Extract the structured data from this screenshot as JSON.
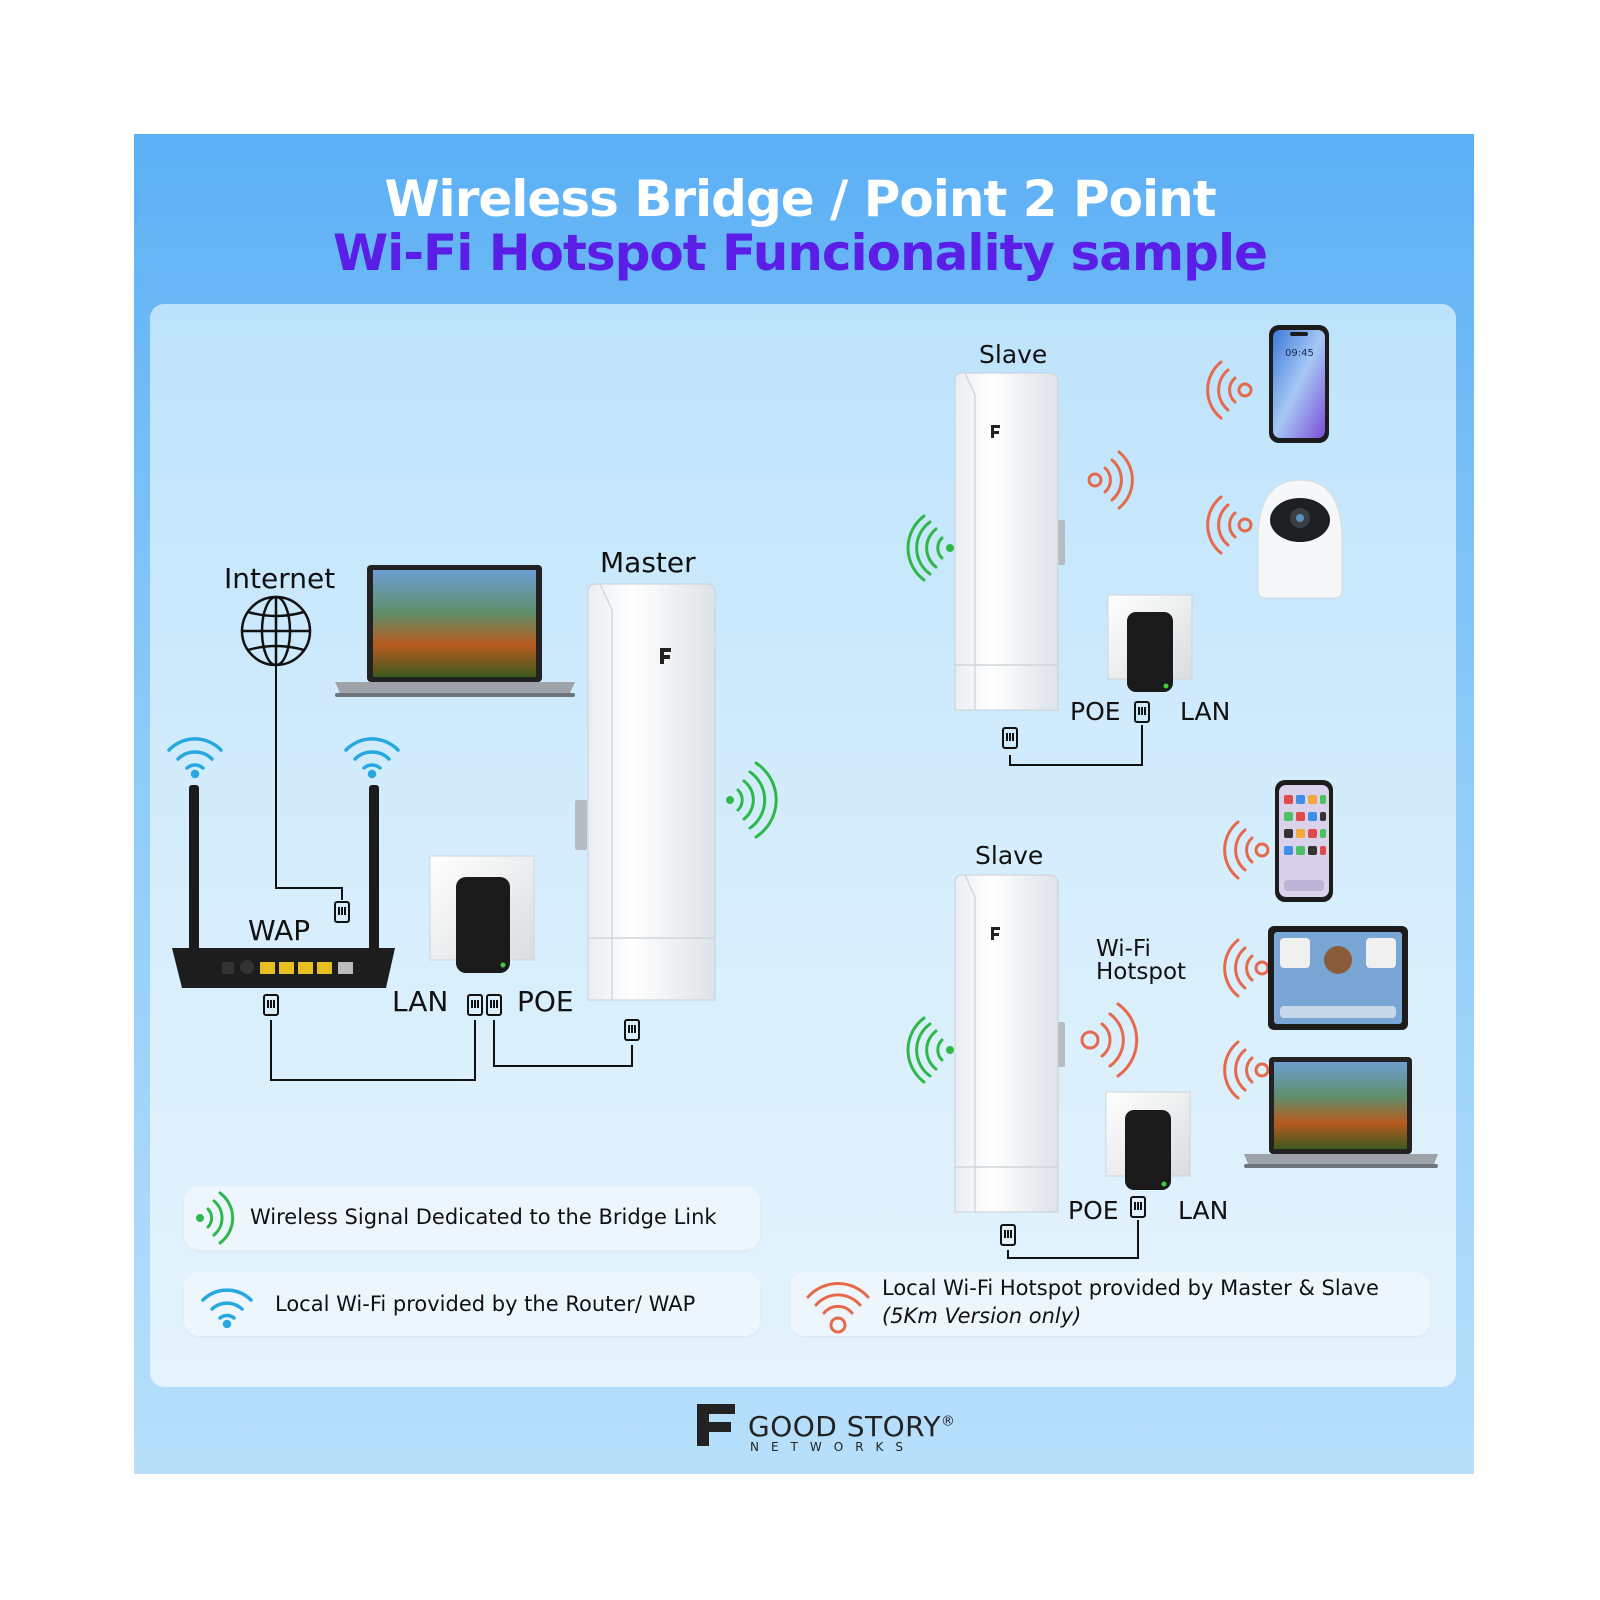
{
  "title": {
    "line1": "Wireless Bridge / Point 2 Point",
    "line2": "Wi-Fi Hotspot  Funcionality sample"
  },
  "labels": {
    "internet": "Internet",
    "wap": "WAP",
    "lan_left": "LAN",
    "poe_left": "POE",
    "master": "Master",
    "slave_top": "Slave",
    "poe_top": "POE",
    "lan_top": "LAN",
    "slave_bottom": "Slave",
    "wifi_hotspot_line1": "Wi-Fi",
    "wifi_hotspot_line2": "Hotspot",
    "poe_bottom": "POE",
    "lan_bottom": "LAN",
    "phone_time": "09:45"
  },
  "legend": {
    "bridge": "Wireless Signal Dedicated to the Bridge Link",
    "router": "Local Wi-Fi provided by the Router/ WAP",
    "hotspot_line1": "Local Wi-Fi Hotspot provided by Master & Slave",
    "hotspot_line2": "(5Km Version only)"
  },
  "brand": {
    "name": "GOOD STORY",
    "registered": "®",
    "sub": "NETWORKS"
  },
  "colors": {
    "bridge_signal": "#2fb84a",
    "router_signal": "#27a8e0",
    "hotspot_signal": "#e7694c",
    "title_white": "#ffffff",
    "title_purple": "#5a1ee6"
  },
  "icons": {
    "globe": "globe-icon",
    "router": "router-icon",
    "ethernet": "ethernet-plug-icon",
    "bridge_wave": "radio-wave-icon",
    "wifi": "wifi-icon",
    "hotspot_wave": "hotspot-wave-icon"
  }
}
